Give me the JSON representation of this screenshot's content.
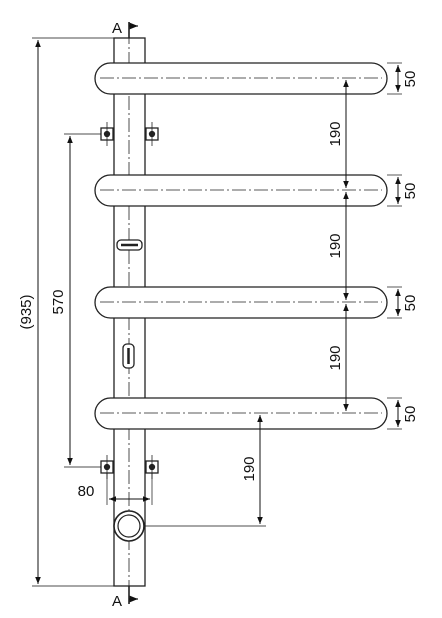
{
  "section": {
    "marker_top": "A",
    "marker_bottom": "A"
  },
  "dimensions": {
    "overall_height": "(935)",
    "mount_spacing": "570",
    "mount_width": "80",
    "bar_diameter": "50",
    "bar_spacing": "190",
    "lower_offset": "190"
  }
}
